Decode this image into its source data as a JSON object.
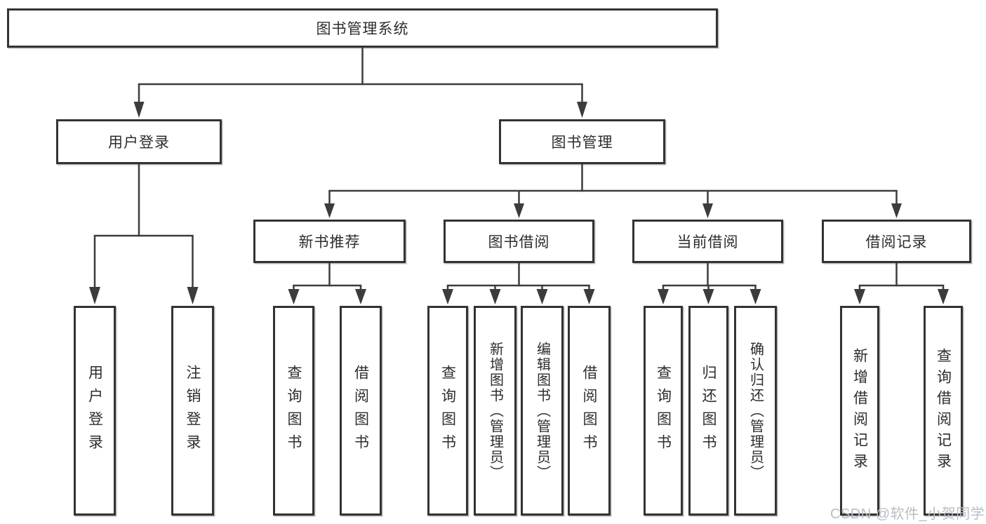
{
  "colors": {
    "line": "#3c3c3c",
    "box_border": "#333333",
    "box_background": "#ffffff",
    "text": "#2d2d2d",
    "background": "#ffffff",
    "watermark": "#b9bdc5"
  },
  "diagram": {
    "root": {
      "label": "图书管理系统"
    },
    "branches": [
      {
        "label": "用户登录",
        "children": [
          {
            "label": "用户登录"
          },
          {
            "label": "注销登录"
          }
        ]
      },
      {
        "label": "图书管理",
        "children": [
          {
            "label": "新书推荐",
            "children": [
              {
                "label": "查询图书"
              },
              {
                "label": "借阅图书"
              }
            ]
          },
          {
            "label": "图书借阅",
            "children": [
              {
                "label": "查询图书"
              },
              {
                "label": "新增图书（管理员）"
              },
              {
                "label": "编辑图书（管理员）"
              },
              {
                "label": "借阅图书"
              }
            ]
          },
          {
            "label": "当前借阅",
            "children": [
              {
                "label": "查询图书"
              },
              {
                "label": "归还图书"
              },
              {
                "label": "确认归还（管理员）"
              }
            ]
          },
          {
            "label": "借阅记录",
            "children": [
              {
                "label": "新增借阅记录"
              },
              {
                "label": "查询借阅记录"
              }
            ]
          }
        ]
      }
    ]
  },
  "watermark": {
    "text": "CSDN @软件_小贺同学"
  }
}
